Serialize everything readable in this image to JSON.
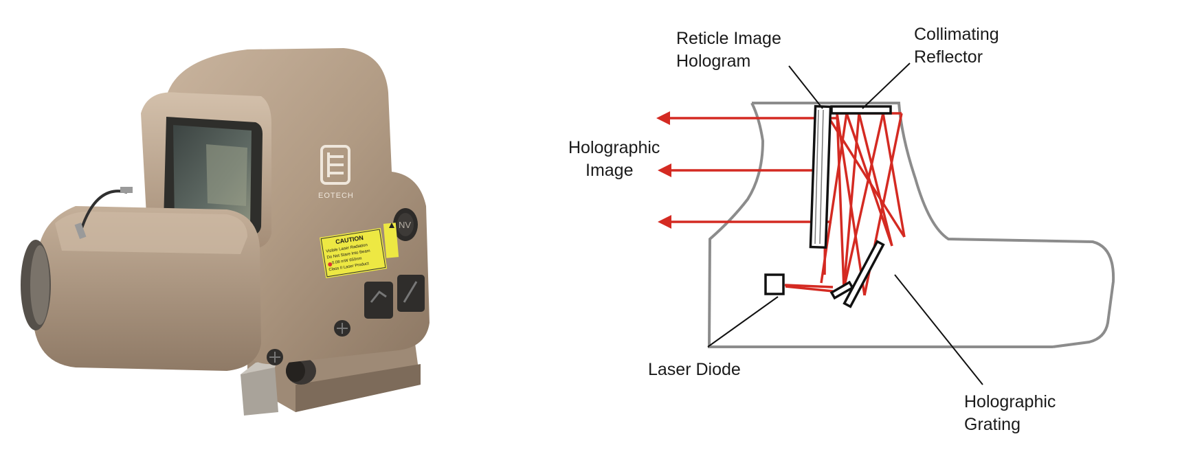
{
  "photo": {
    "logo_text": "EOTECH",
    "nv_button": "NV",
    "caution_title": "CAUTION",
    "caution_lines": [
      "Visible Laser Radiation",
      "Do Not Stare Into Beam",
      "0.08 mW  650nm",
      "Class II Laser Product"
    ]
  },
  "diagram": {
    "labels": {
      "reticle": [
        "Reticle Image",
        "Hologram"
      ],
      "collimating": [
        "Collimating",
        "Reflector"
      ],
      "holographic_image": [
        "Holographic",
        "Image"
      ],
      "laser_diode": "Laser Diode",
      "holographic_grating": [
        "Holographic",
        "Grating"
      ]
    },
    "colors": {
      "beam": "#d42a22",
      "housing": "#8c8c8c",
      "outline": "#111111"
    }
  }
}
